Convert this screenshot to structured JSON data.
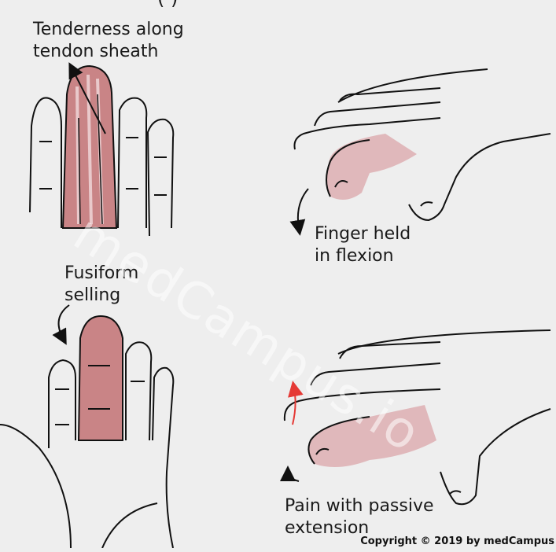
{
  "header": {
    "partial_title": "(                    )"
  },
  "panels": {
    "tendon_sheath": {
      "label_line1": "Tenderness along",
      "label_line2": "tendon sheath"
    },
    "flexion": {
      "label_line1": "Finger held",
      "label_line2": "in flexion"
    },
    "fusiform": {
      "label_line1": "Fusiform",
      "label_line2": "selling"
    },
    "passive_extension": {
      "label_line1": "Pain with passive",
      "label_line2": "extension"
    }
  },
  "watermark": "medCampus.io",
  "copyright": "Copyright © 2019 by medCampus",
  "colors": {
    "background": "#eeeeee",
    "finger_inflamed": "#c98486",
    "finger_light": "#e7b8bb",
    "sheath_shade": "#dcc7c8",
    "outline": "#111111",
    "arrow_red": "#e53935"
  }
}
